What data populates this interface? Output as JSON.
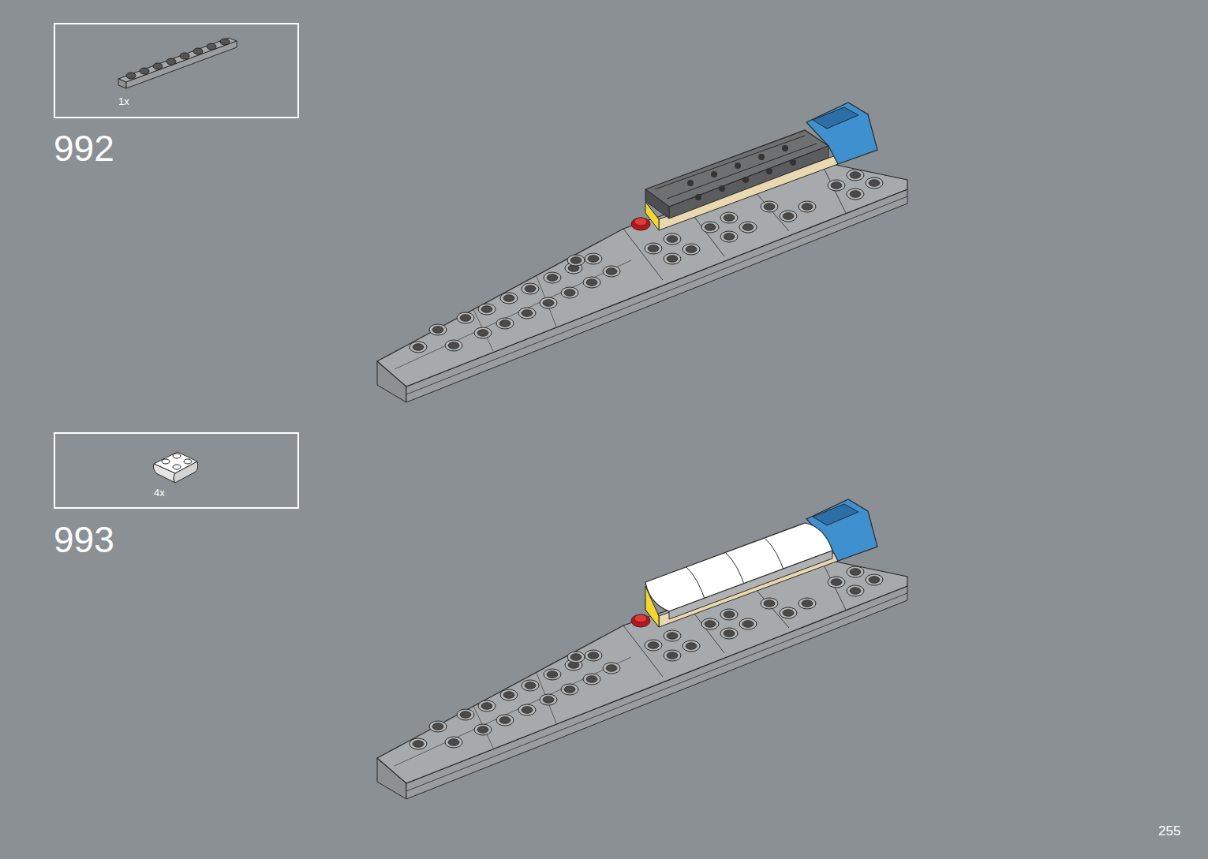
{
  "diagram": {
    "nodes": [
      {
        "text": [
          "1x"
        ]
      },
      {
        "text": [
          "4x"
        ]
      }
    ],
    "labels": [
      "992",
      "993",
      "255"
    ]
  }
}
